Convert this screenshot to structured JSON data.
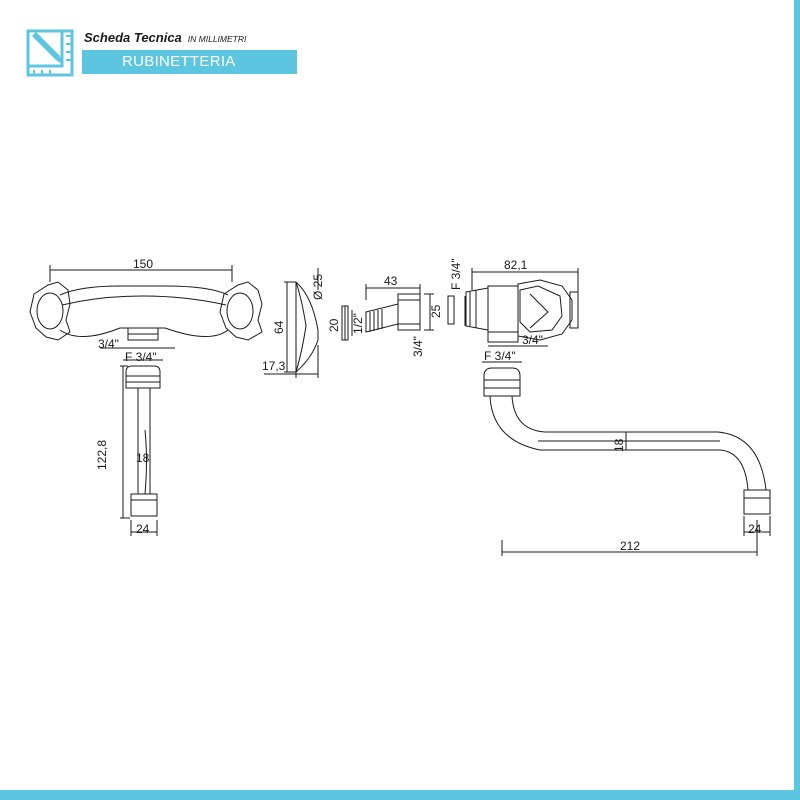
{
  "header": {
    "title": "Scheda Tecnica",
    "subtitle": "IN MILLIMETRI",
    "category": "RUBINETTERIA"
  },
  "icons": {
    "logo": "ruler-pencil-icon"
  },
  "colors": {
    "accent": "#5cc6e0",
    "line": "#1a1a1a"
  },
  "dimensions": {
    "body_width": "150",
    "body_inlet": "3/4\"",
    "riser_thread": "F 3/4\"",
    "riser_length": "122,8",
    "riser_diameter": "18",
    "riser_end": "24",
    "rosette_height": "64",
    "rosette_diameter": "Ø 25",
    "rosette_depth": "17,3",
    "nut_height": "20",
    "nut_thread": "1/2\"",
    "fitting_length": "43",
    "fitting_height": "25",
    "fitting_thread": "3/4\"",
    "valve_thread": "F 3/4\"",
    "valve_length": "82,1",
    "valve_outlet": "3/4\"",
    "spout_thread": "F 3/4\"",
    "spout_diameter": "18",
    "spout_end": "24",
    "spout_reach": "212"
  }
}
